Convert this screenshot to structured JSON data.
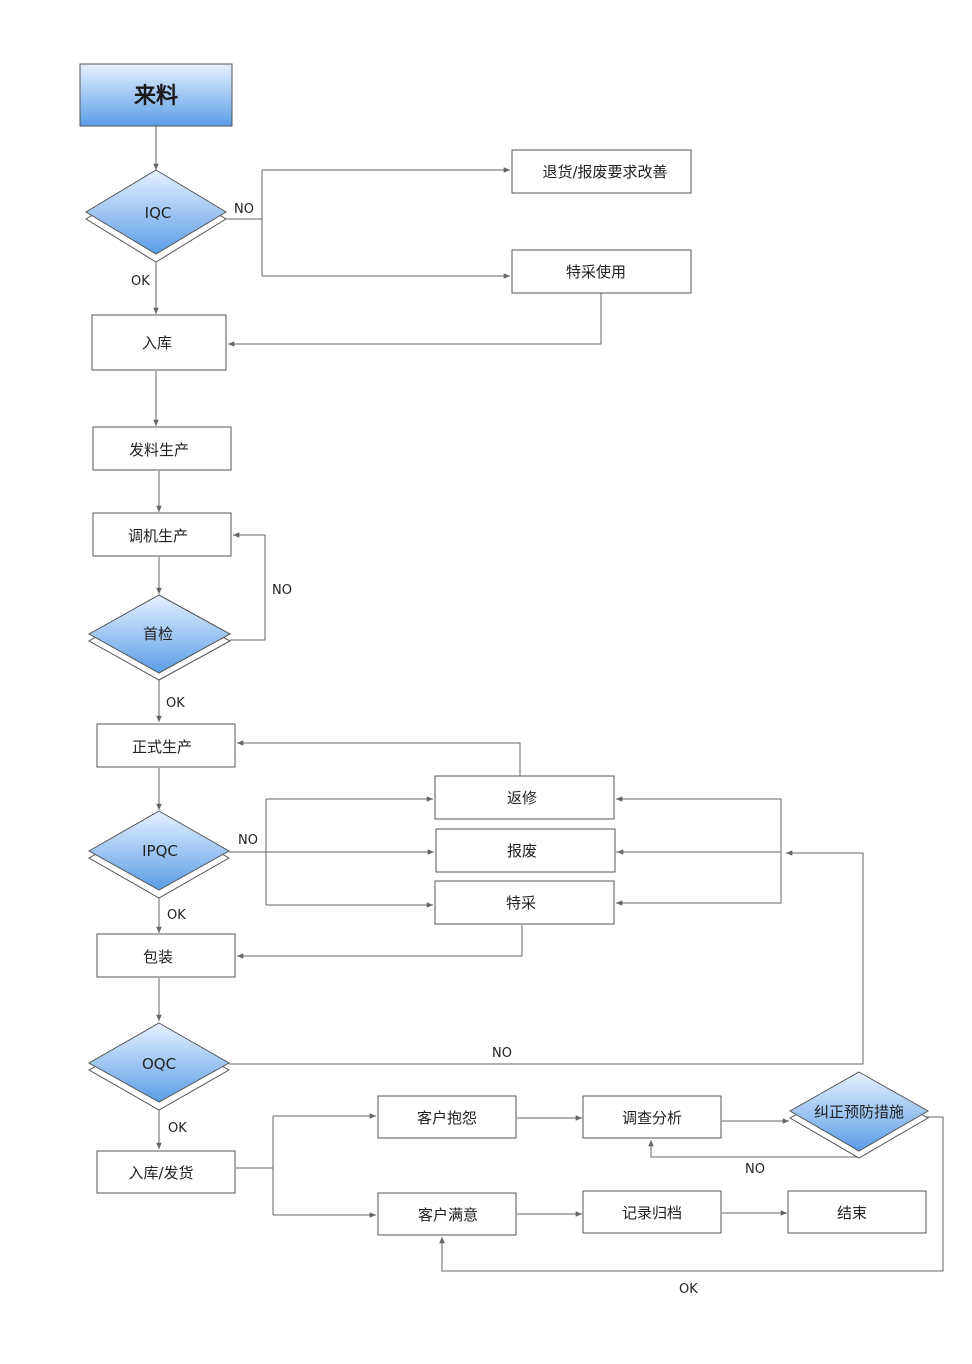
{
  "nodes": {
    "incoming": "来料",
    "iqc": "IQC",
    "return_improve": "退货/报废要求改善",
    "special_use": "特采使用",
    "warehouse_in": "入库",
    "issue_production": "发料生产",
    "setup_production": "调机生产",
    "first_inspection": "首检",
    "formal_production": "正式生产",
    "rework": "返修",
    "scrap": "报废",
    "special": "特采",
    "ipqc": "IPQC",
    "packaging": "包装",
    "oqc": "OQC",
    "ship": "入库/发货",
    "complaint": "客户抱怨",
    "investigate": "调查分析",
    "corrective": "纠正预防措施",
    "satisfied": "客户满意",
    "archive": "记录归档",
    "end": "结束"
  },
  "edge_labels": {
    "iqc_no": "NO",
    "iqc_ok": "OK",
    "first_no": "NO",
    "first_ok": "OK",
    "ipqc_no": "NO",
    "ipqc_ok": "OK",
    "oqc_no": "NO",
    "oqc_ok": "OK",
    "corrective_no": "NO",
    "corrective_ok": "OK"
  },
  "colors": {
    "gradient_top": "#e6f1ff",
    "gradient_bottom": "#5a9de6",
    "stroke": "#555555",
    "edge": "#666666"
  }
}
